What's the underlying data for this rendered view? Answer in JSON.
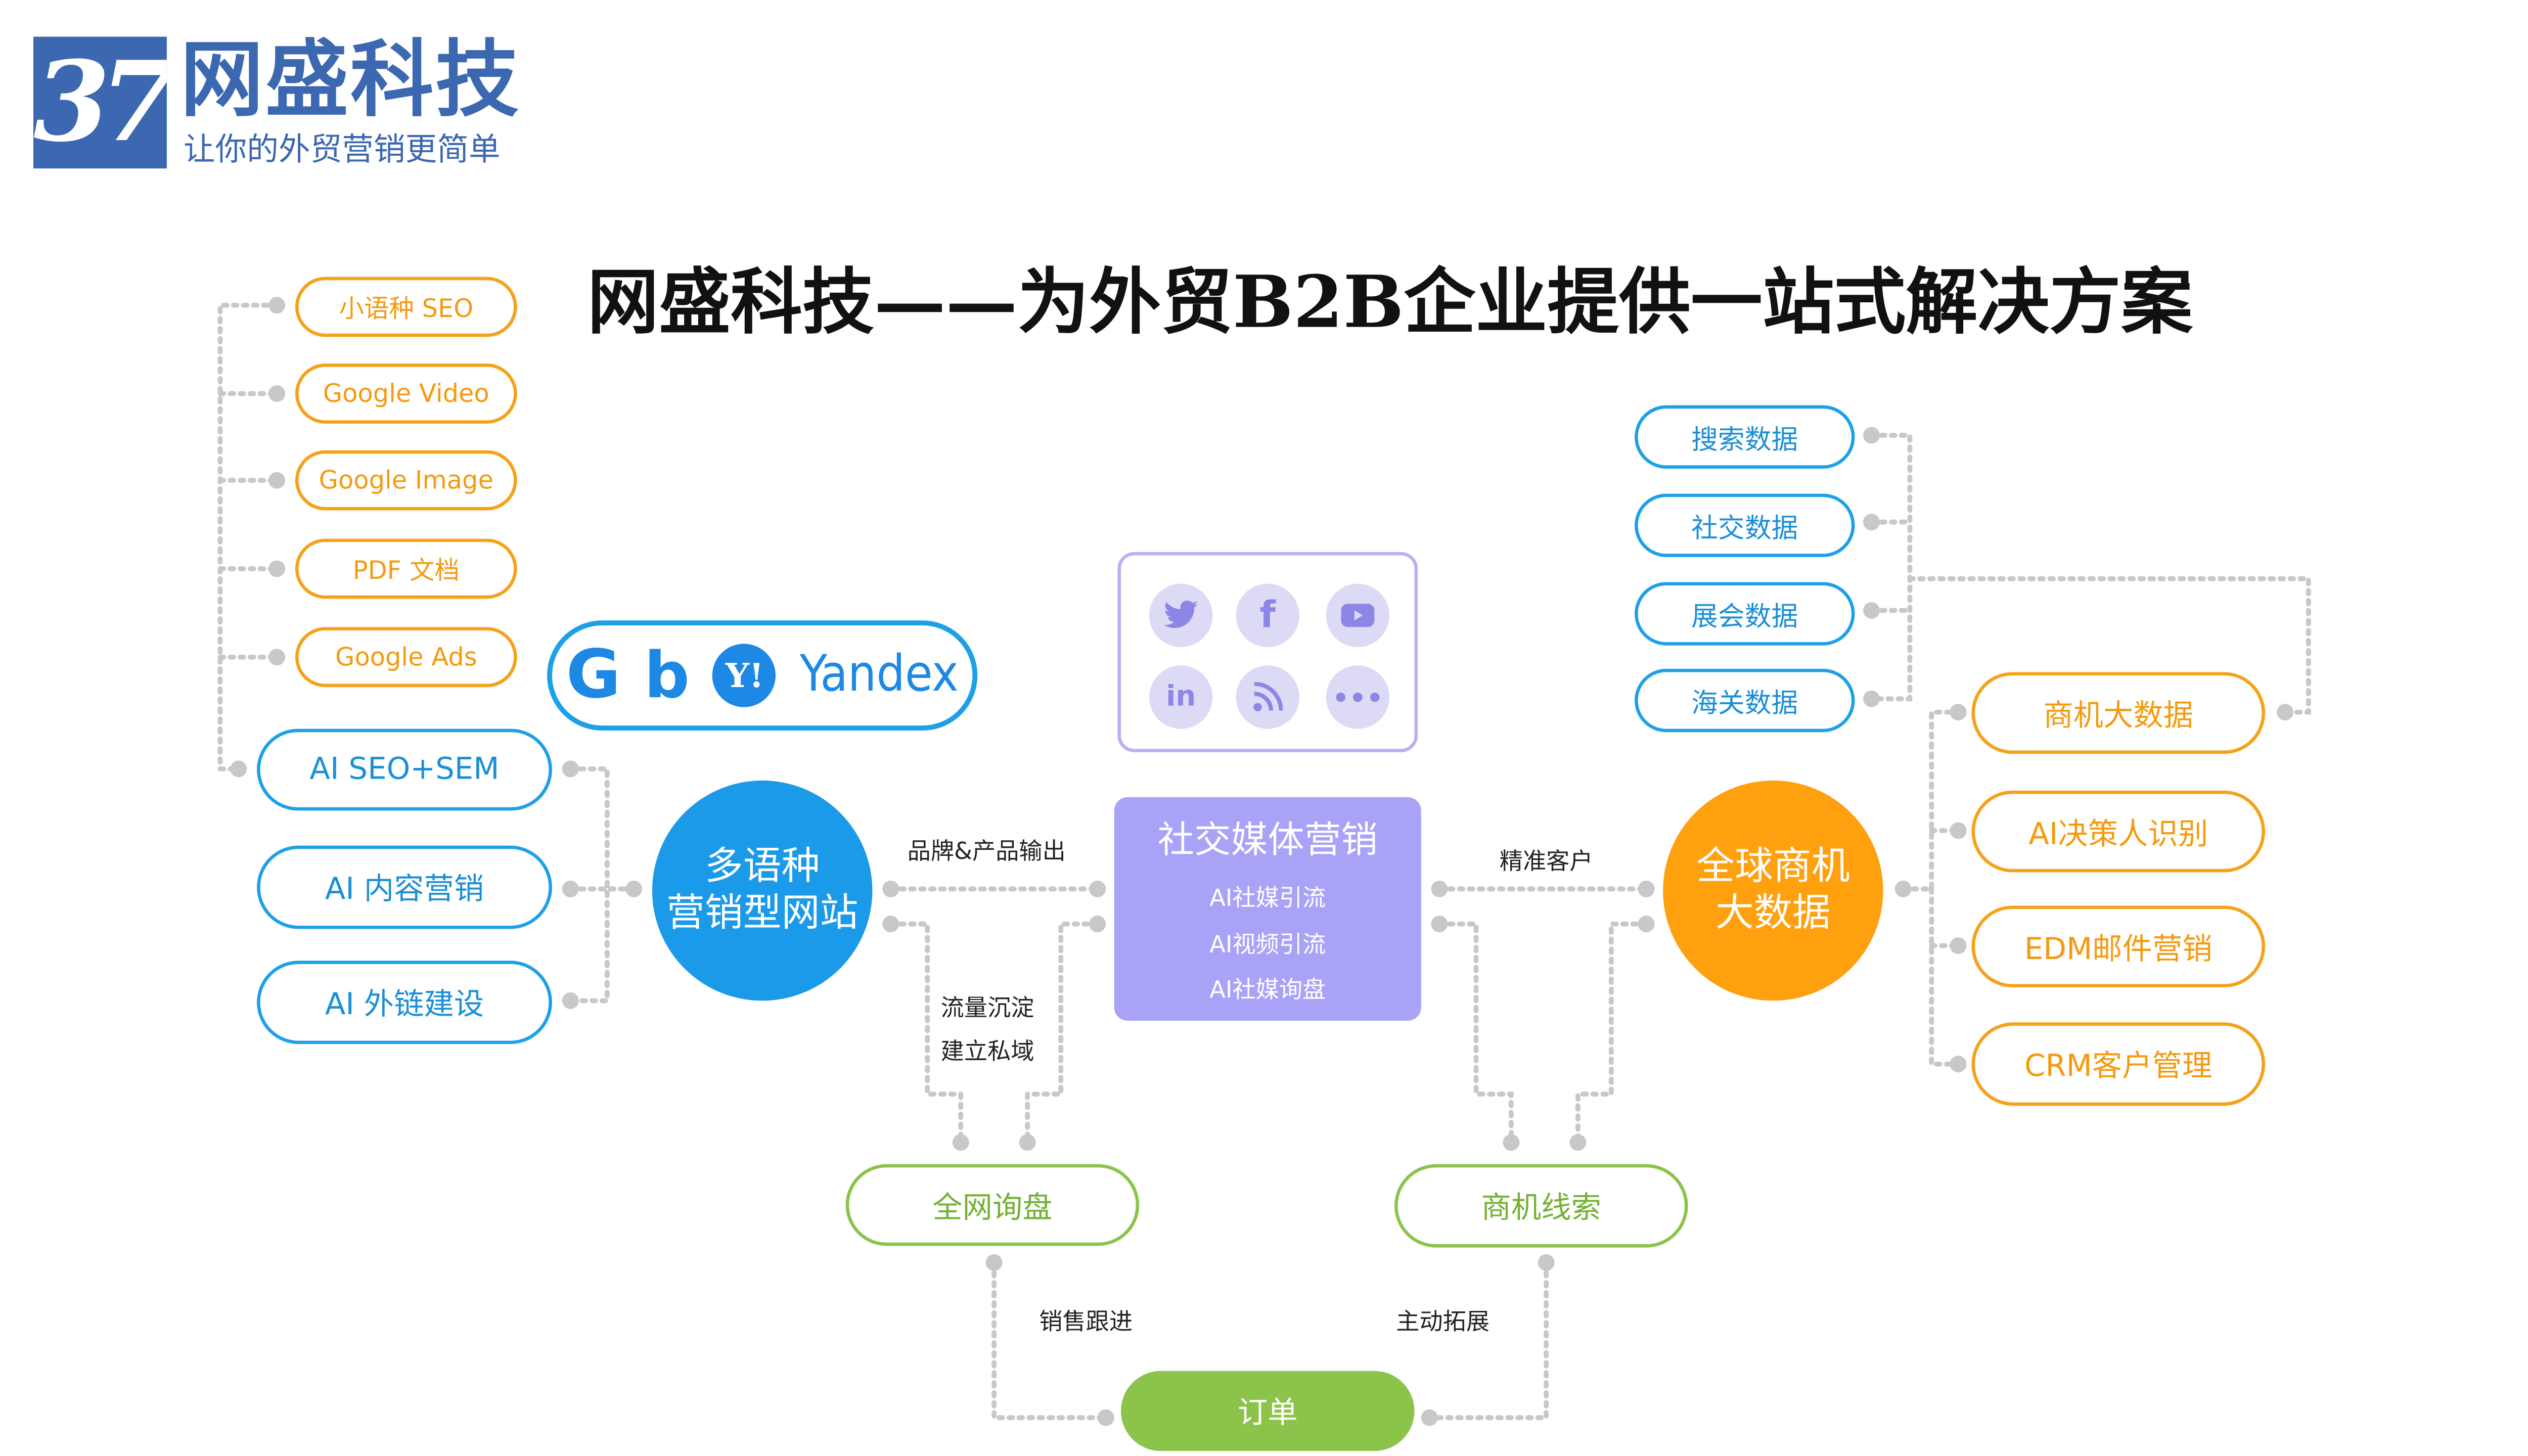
{
  "logo": {
    "number": "37",
    "name": "网盛科技",
    "tagline": "让你的外贸营销更简单"
  },
  "title": "网盛科技——为外贸B2B企业提供一站式解决方案",
  "colors": {
    "brand": "#3c67b1",
    "orange": "#f5a21b",
    "blue": "#1ea0e8",
    "green": "#8cc34b",
    "purple": "#a8a3f7",
    "connector": "#c8c8c8"
  },
  "left_column": {
    "seo_items": [
      "小语种 SEO",
      "Google Video",
      "Google Image",
      "PDF 文档",
      "Google Ads"
    ],
    "ai_items": [
      "AI SEO+SEM",
      "AI 内容营销",
      "AI 外链建设"
    ]
  },
  "search_engines": {
    "icons": [
      "google-icon",
      "bing-icon",
      "yahoo-icon"
    ],
    "yandex_text": "Yandex"
  },
  "hub_left": {
    "line1": "多语种",
    "line2": "营销型网站"
  },
  "hub_right": {
    "line1": "全球商机",
    "line2": "大数据"
  },
  "social_platforms": [
    "twitter-icon",
    "facebook-icon",
    "youtube-icon",
    "linkedin-icon",
    "rss-icon",
    "more-icon"
  ],
  "social_media": {
    "title": "社交媒体营销",
    "items": [
      "AI社媒引流",
      "AI视频引流",
      "AI社媒询盘"
    ]
  },
  "data_items": [
    "搜索数据",
    "社交数据",
    "展会数据",
    "海关数据"
  ],
  "right_items": [
    "商机大数据",
    "AI决策人识别",
    "EDM邮件营销",
    "CRM客户管理"
  ],
  "bottom": {
    "inquiry": "全网询盘",
    "leads": "商机线索",
    "order": "订单"
  },
  "labels": {
    "brand_output": "品牌&产品输出",
    "precise_customers": "精准客户",
    "traffic_line1": "流量沉淀",
    "traffic_line2": "建立私域",
    "sales_follow": "销售跟进",
    "active_expand": "主动拓展"
  }
}
